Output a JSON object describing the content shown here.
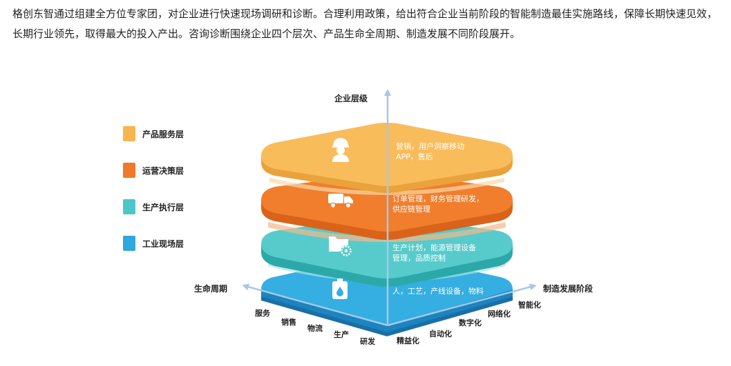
{
  "intro_text": "格创东智通过组建全方位专家团，对企业进行快速现场调研和诊断。合理利用政策，给出符合企业当前阶段的智能制造最佳实施路线，保障长期快速见效，长期行业领先，取得最大的投入产出。咨询诊断围绕企业四个层次、产品生命全周期、制造发展不同阶段展开。",
  "axes": {
    "vertical": "企业层级",
    "left": "生命周期",
    "right": "制造发展阶段"
  },
  "legend": [
    {
      "label": "产品服务层",
      "color": "#F6B54E"
    },
    {
      "label": "运营决策层",
      "color": "#EE7A2A"
    },
    {
      "label": "生产执行层",
      "color": "#4DC6C8"
    },
    {
      "label": "工业现场层",
      "color": "#2FA8DE"
    }
  ],
  "layers": [
    {
      "icon": "worker-icon",
      "line1": "营销，用户洞察移动",
      "line2": "APP，售后",
      "top": "#F9BC5B",
      "side": "#E9A23C",
      "shadow": "#F8D9A8"
    },
    {
      "icon": "truck-icon",
      "line1": "订单管理，财务管理研发，",
      "line2": "供应链管理",
      "top": "#F07E2D",
      "side": "#D9631A",
      "shadow": "#F4B88C"
    },
    {
      "icon": "folder-gear-icon",
      "line1": "生产计划，能源管理设备",
      "line2": "管理，品质控制",
      "top": "#57CBCB",
      "side": "#2CA8A9",
      "shadow": "#A6E3E3"
    },
    {
      "icon": "canister-icon",
      "line1": "人，工艺，产线设备，物料",
      "line2": "",
      "top": "#35AEE2",
      "side": "#1A85BE",
      "shadow": "#9ED6EF"
    }
  ],
  "lifecycle_stages": [
    "服务",
    "销售",
    "物流",
    "生产",
    "研发"
  ],
  "development_stages": [
    "精益化",
    "自动化",
    "数字化",
    "网络化",
    "智能化"
  ]
}
